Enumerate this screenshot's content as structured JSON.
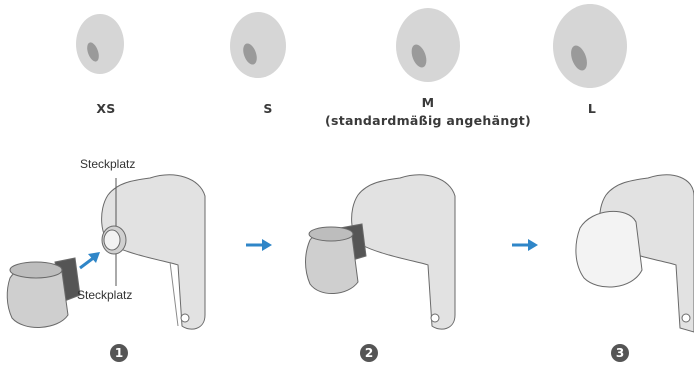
{
  "sizes": [
    {
      "label": "XS"
    },
    {
      "label": "S"
    },
    {
      "label": "M",
      "note": "(standardmäßig angehängt)"
    },
    {
      "label": "L"
    }
  ],
  "callouts": {
    "slot_top": "Steckplatz",
    "slot_bottom": "Steckplatz"
  },
  "steps": [
    "1",
    "2",
    "3"
  ],
  "colors": {
    "tip_fill": "#d5d5d5",
    "tip_hole": "#9a9a9a",
    "body_fill": "#e0e0e0",
    "outline": "#6a6a6a",
    "arrow": "#2f86c8",
    "step_badge": "#555555"
  }
}
